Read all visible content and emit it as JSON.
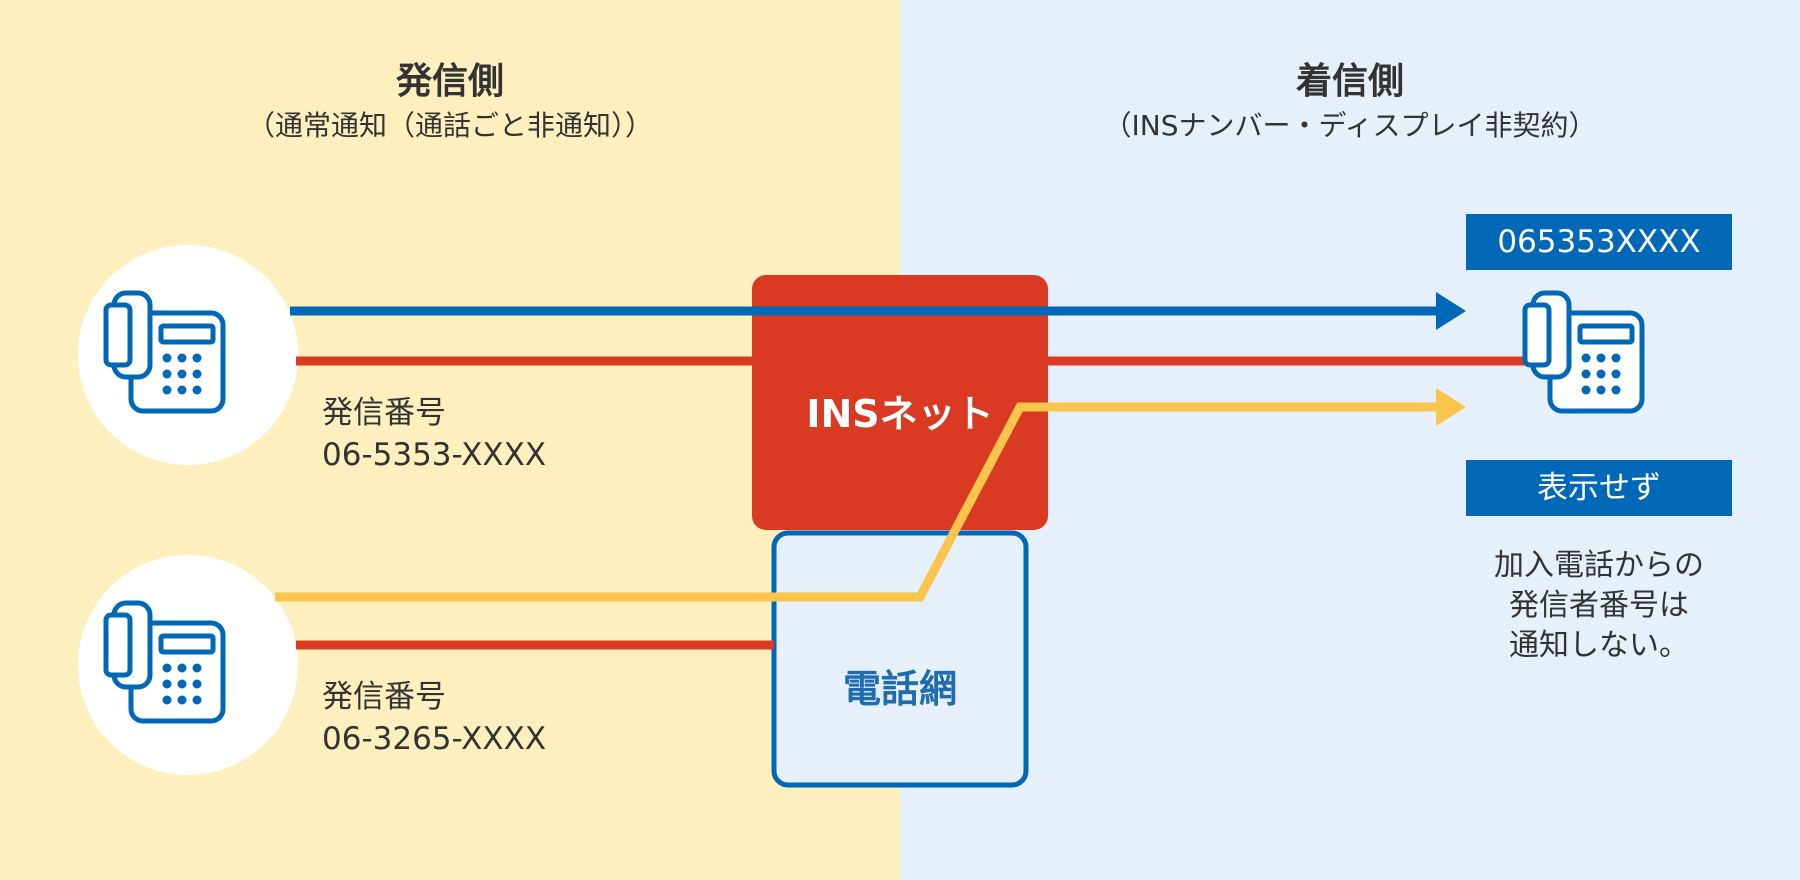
{
  "sender_side": {
    "title": "発信側",
    "subtitle": "（通常通知（通話ごと非通知））"
  },
  "receiver_side": {
    "title": "着信側",
    "subtitle": "（INSナンバー・ディスプレイ非契約）"
  },
  "callers": [
    {
      "label": "発信番号",
      "number": "06-5353-XXXX"
    },
    {
      "label": "発信番号",
      "number": "06-3265-XXXX"
    }
  ],
  "ins_net": {
    "label": "INSネット"
  },
  "phone_network": {
    "label": "電話網"
  },
  "receiver": {
    "display_top": "065353XXXX",
    "display_bottom": "表示せず",
    "note_lines": [
      "加入電話からの",
      "発信者番号は",
      "通知しない。"
    ]
  },
  "colors": {
    "sender_bg": "#FEF0BE",
    "receiver_bg": "#E6F0FA",
    "blue_line": "#0068B6",
    "red_line": "#D93A21",
    "yellow_line": "#F9C54D",
    "ins_box": "#D93A21",
    "phone_network_border": "#1F6DB0"
  }
}
